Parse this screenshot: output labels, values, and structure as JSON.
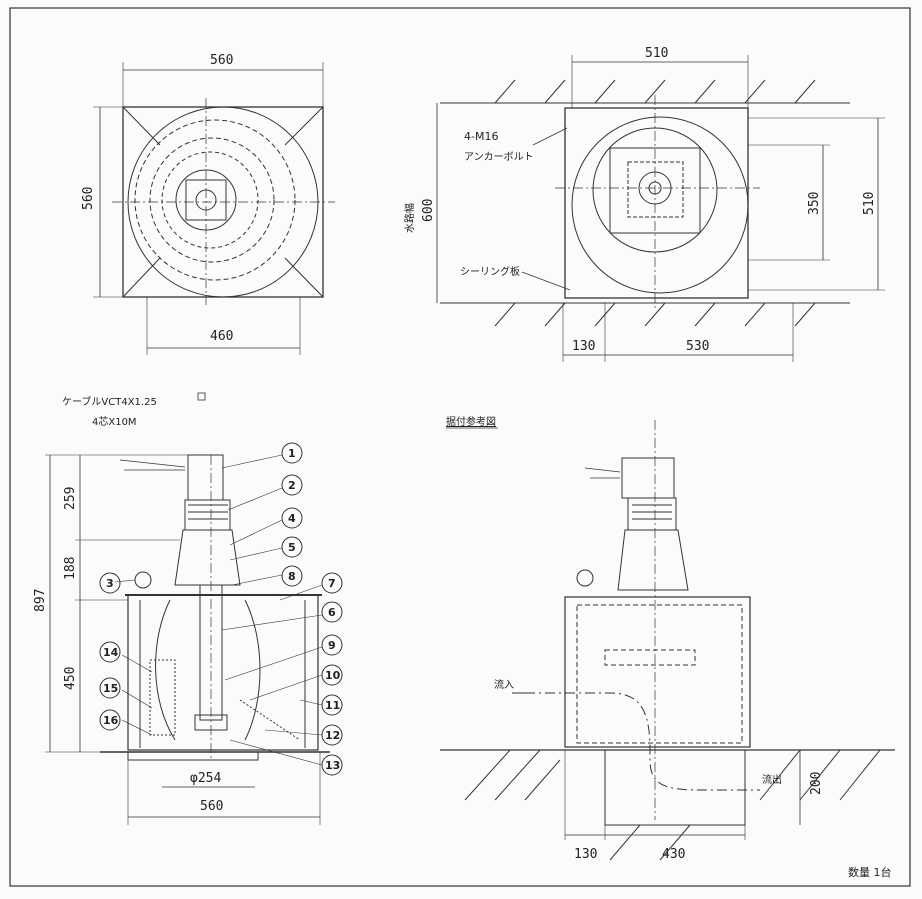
{
  "dimensions": {
    "top_left_width": "560",
    "top_left_height": "560",
    "top_left_bottom": "460",
    "top_right_width": "510",
    "top_right_height": "600",
    "top_right_inner": "350",
    "top_right_outer": "510",
    "top_right_bottom_left": "130",
    "top_right_bottom_right": "530",
    "total_height": "897",
    "h_upper": "259",
    "h_mid": "188",
    "h_lower": "450",
    "bottom_diameter": "φ254",
    "bottom_width": "560",
    "install_left": "130",
    "install_right": "430",
    "install_depth": "200"
  },
  "labels": {
    "water_width": "水路幅",
    "anchor_bolt_spec": "4-M16",
    "anchor_bolt": "アンカーボルト",
    "sealing_plate": "シーリング板",
    "cable_spec": "ケーブルVCT4X1.25",
    "cable_len": "4芯X10M",
    "install_ref": "据付参考図",
    "inflow": "流入",
    "outflow": "流出",
    "quantity": "数量  1台"
  },
  "parts": [
    "1",
    "2",
    "3",
    "4",
    "5",
    "6",
    "7",
    "8",
    "9",
    "10",
    "11",
    "12",
    "13",
    "14",
    "15",
    "16"
  ]
}
